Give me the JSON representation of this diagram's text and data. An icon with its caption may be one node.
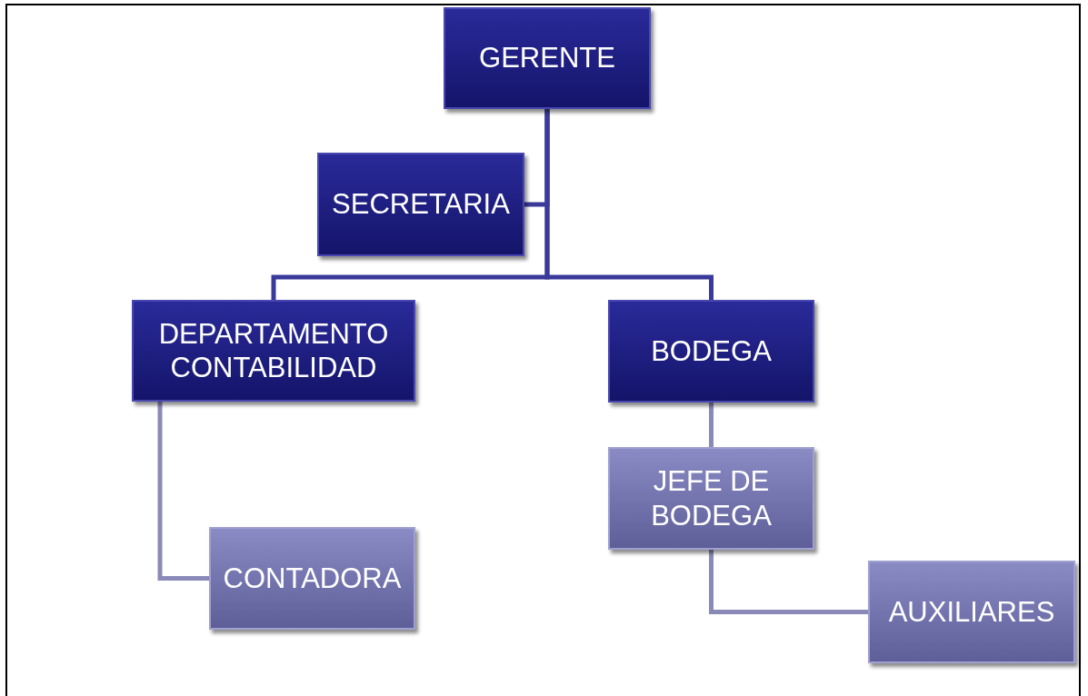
{
  "diagram": {
    "nodes": [
      {
        "text": [
          "GERENTE"
        ]
      },
      {
        "text": [
          "SECRETARIA"
        ]
      },
      {
        "text": [
          "DEPARTAMENTO CONTABILIDAD"
        ]
      },
      {
        "text": [
          "BODEGA"
        ]
      },
      {
        "text": [
          "JEFE DE BODEGA"
        ]
      },
      {
        "text": [
          "CONTADORA"
        ]
      },
      {
        "text": [
          "AUXILIARES"
        ]
      }
    ],
    "edges": [
      {
        "from": 0,
        "to": 1,
        "arrow": "none"
      },
      {
        "from": 0,
        "to": 2,
        "arrow": "none"
      },
      {
        "from": 0,
        "to": 3,
        "arrow": "none"
      },
      {
        "from": 2,
        "to": 5,
        "arrow": "none",
        "color": "#8a8ab8"
      },
      {
        "from": 3,
        "to": 4,
        "arrow": "none",
        "color": "#8a8ab8"
      },
      {
        "from": 4,
        "to": 6,
        "arrow": "none",
        "color": "#8a8ab8"
      }
    ]
  }
}
